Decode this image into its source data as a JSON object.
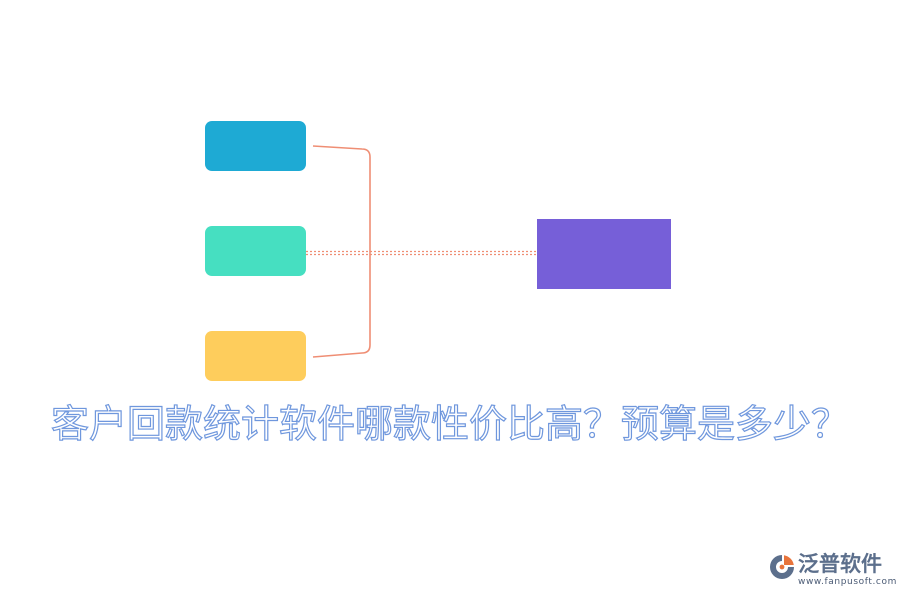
{
  "colors": {
    "box_1": "#1eaad4",
    "box_2": "#46dfc1",
    "box_3": "#fecd5c",
    "target_box": "#765fd8",
    "bracket_line": "#ef8e74",
    "dotted_line": "#ef8e74",
    "headline_stroke": "#6f97dd",
    "logo_name": "#5c6f8c",
    "logo_url": "#4a5a74"
  },
  "headline": "客户回款统计软件哪款性价比高？预算是多少？",
  "logo": {
    "name": "泛普软件",
    "url": "www.fanpusoft.com"
  }
}
